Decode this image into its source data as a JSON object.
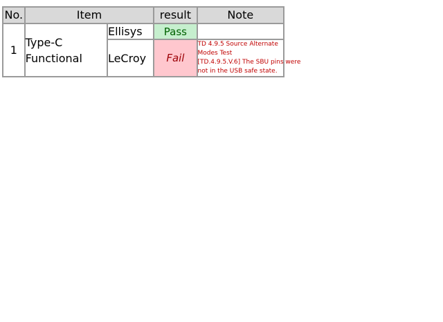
{
  "table": {
    "headers": {
      "no": "No.",
      "item": "Item",
      "result": "result",
      "note": "Note"
    },
    "rows": [
      {
        "no": "1",
        "item_lines": [
          "Type-C",
          "Functional"
        ],
        "tests": [
          {
            "tool": "Ellisys",
            "result": "Pass",
            "note_lines": []
          },
          {
            "tool": "LeCroy",
            "result": "Fail",
            "note_lines": [
              "TD 4.9.5 Source Alternate",
              "Modes Test",
              "[TD.4.9.5.V.6] The SBU pins were",
              "not in the USB safe state."
            ]
          }
        ]
      }
    ]
  },
  "colors": {
    "header_bg": "#d9d9d9",
    "border": "#9a9a9a",
    "pass_bg": "#c6efce",
    "pass_text": "#006100",
    "fail_bg": "#ffc7ce",
    "fail_text": "#9c0006",
    "note_text": "#c00000"
  }
}
